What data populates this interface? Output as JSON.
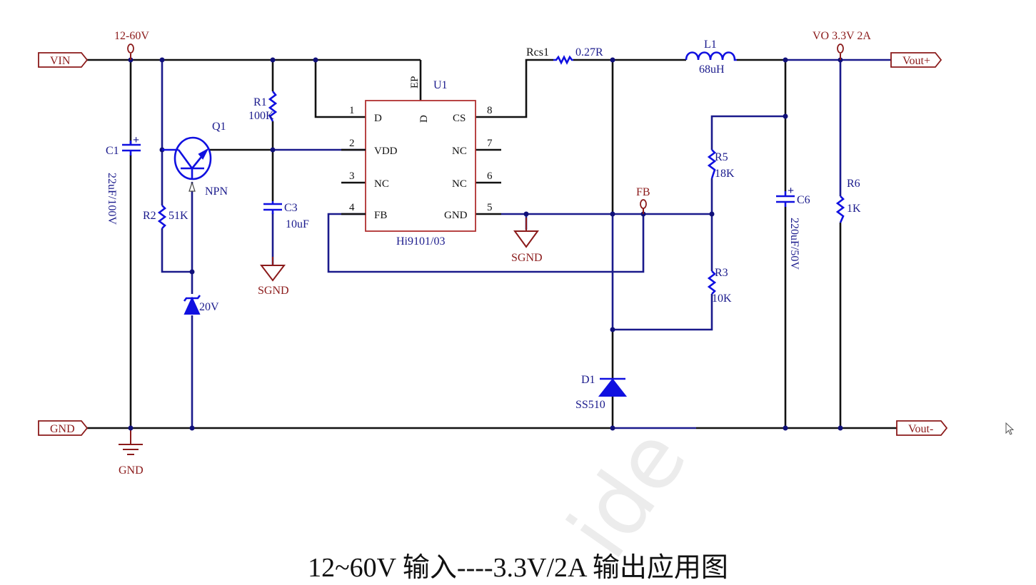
{
  "caption": "12~60V 输入----3.3V/2A 输出应用图",
  "watermark": "ide",
  "ports": {
    "vin": "VIN",
    "gnd": "GND",
    "vout_plus": "Vout+",
    "vout_minus": "Vout-"
  },
  "test_points": {
    "input": "12-60V",
    "output": "VO 3.3V 2A",
    "fb": "FB"
  },
  "grounds": {
    "gnd": "GND",
    "sgnd_c3": "SGND",
    "sgnd_ic": "SGND"
  },
  "ic": {
    "ref": "U1",
    "part": "Hi9101/03",
    "ep_label": "EP",
    "center_label": "D",
    "pins": [
      {
        "num": "1",
        "name": "D"
      },
      {
        "num": "2",
        "name": "VDD"
      },
      {
        "num": "3",
        "name": "NC"
      },
      {
        "num": "4",
        "name": "FB"
      },
      {
        "num": "5",
        "name": "GND"
      },
      {
        "num": "6",
        "name": "NC"
      },
      {
        "num": "7",
        "name": "NC"
      },
      {
        "num": "8",
        "name": "CS"
      }
    ]
  },
  "components": {
    "c1": {
      "ref": "C1",
      "value": "22uF/100V"
    },
    "r1": {
      "ref": "R1",
      "value": "100K"
    },
    "q1": {
      "ref": "Q1",
      "type": "NPN"
    },
    "r2": {
      "ref": "R2",
      "value": "51K"
    },
    "zener": {
      "value": "20V"
    },
    "c3": {
      "ref": "C3",
      "value": "10uF"
    },
    "rcs1": {
      "ref": "Rcs1",
      "value": "0.27R"
    },
    "l1": {
      "ref": "L1",
      "value": "68uH"
    },
    "r5": {
      "ref": "R5",
      "value": "18K"
    },
    "r3": {
      "ref": "R3",
      "value": "10K"
    },
    "c6": {
      "ref": "C6",
      "value": "220uF/50V"
    },
    "r6": {
      "ref": "R6",
      "value": "1K"
    },
    "d1": {
      "ref": "D1",
      "value": "SS510"
    }
  },
  "colors": {
    "wire": "#111111",
    "net_blue": "#1a1a8c",
    "component": "#1010e0",
    "port_red": "#8b1a1a"
  }
}
